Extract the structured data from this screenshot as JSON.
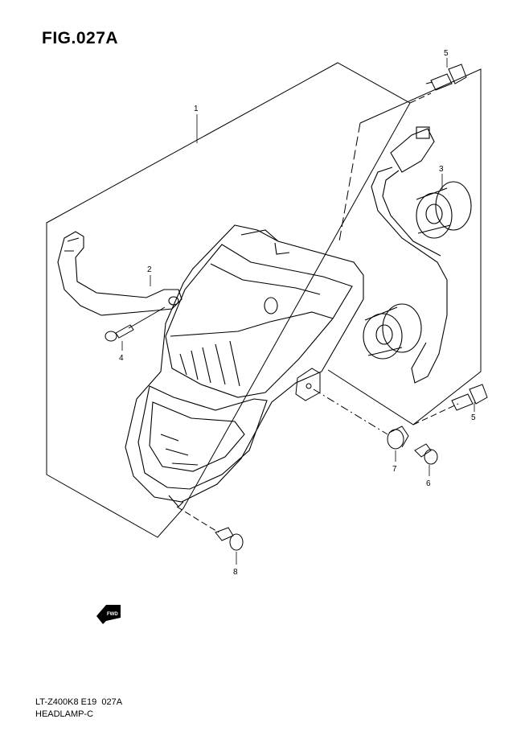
{
  "figure": {
    "title": "FIG.027A"
  },
  "callouts": [
    {
      "number": "1"
    },
    {
      "number": "2"
    },
    {
      "number": "3"
    },
    {
      "number": "4"
    },
    {
      "number": "5"
    },
    {
      "number": "5"
    },
    {
      "number": "6"
    },
    {
      "number": "7"
    },
    {
      "number": "8"
    }
  ],
  "direction_badge": {
    "text": "FWD",
    "icon": "forward-arrow-icon"
  },
  "footer": {
    "model_line": "LT-Z400K8 E19  027A",
    "section_name": "HEADLAMP-C"
  }
}
